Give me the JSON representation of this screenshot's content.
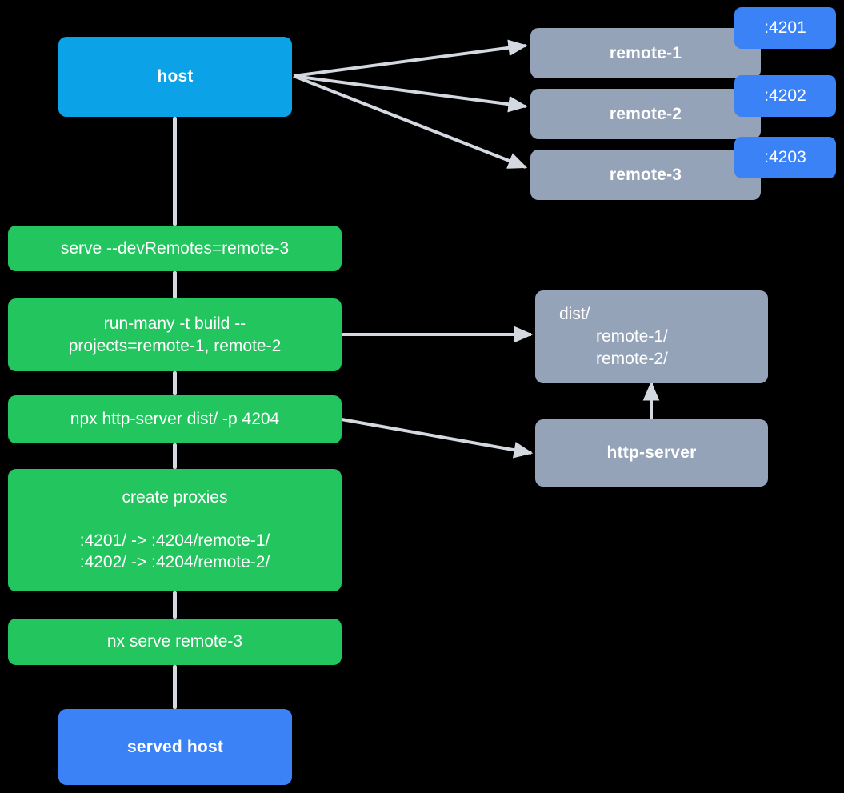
{
  "diagram": {
    "title": "nx host and remotes serve flow",
    "background": "#000000",
    "colors": {
      "host": "#0ba2e8",
      "served_host": "#3b82f6",
      "command": "#22c55e",
      "artifact": "#94a3b8",
      "port_badge": "#3b82f6",
      "edge": "#d3d8e1",
      "text": "#ffffff"
    }
  },
  "nodes": {
    "host": {
      "label": "host"
    },
    "served_host": {
      "label": "served host"
    },
    "remotes": [
      {
        "label": "remote-1",
        "port": ":4201"
      },
      {
        "label": "remote-2",
        "port": ":4202"
      },
      {
        "label": "remote-3",
        "port": ":4203"
      }
    ],
    "commands": [
      {
        "label": "serve --devRemotes=remote-3"
      },
      {
        "line1": "run-many -t build --",
        "line2": "projects=remote-1, remote-2"
      },
      {
        "label": "npx http-server dist/ -p 4204"
      },
      {
        "title": "create proxies",
        "line1": ":4201/ -> :4204/remote-1/",
        "line2": ":4202/ -> :4204/remote-2/"
      },
      {
        "label": "nx serve remote-3"
      }
    ],
    "dist": {
      "root": "dist/",
      "entries": [
        "remote-1/",
        "remote-2/"
      ]
    },
    "http_server": {
      "label": "http-server"
    }
  }
}
